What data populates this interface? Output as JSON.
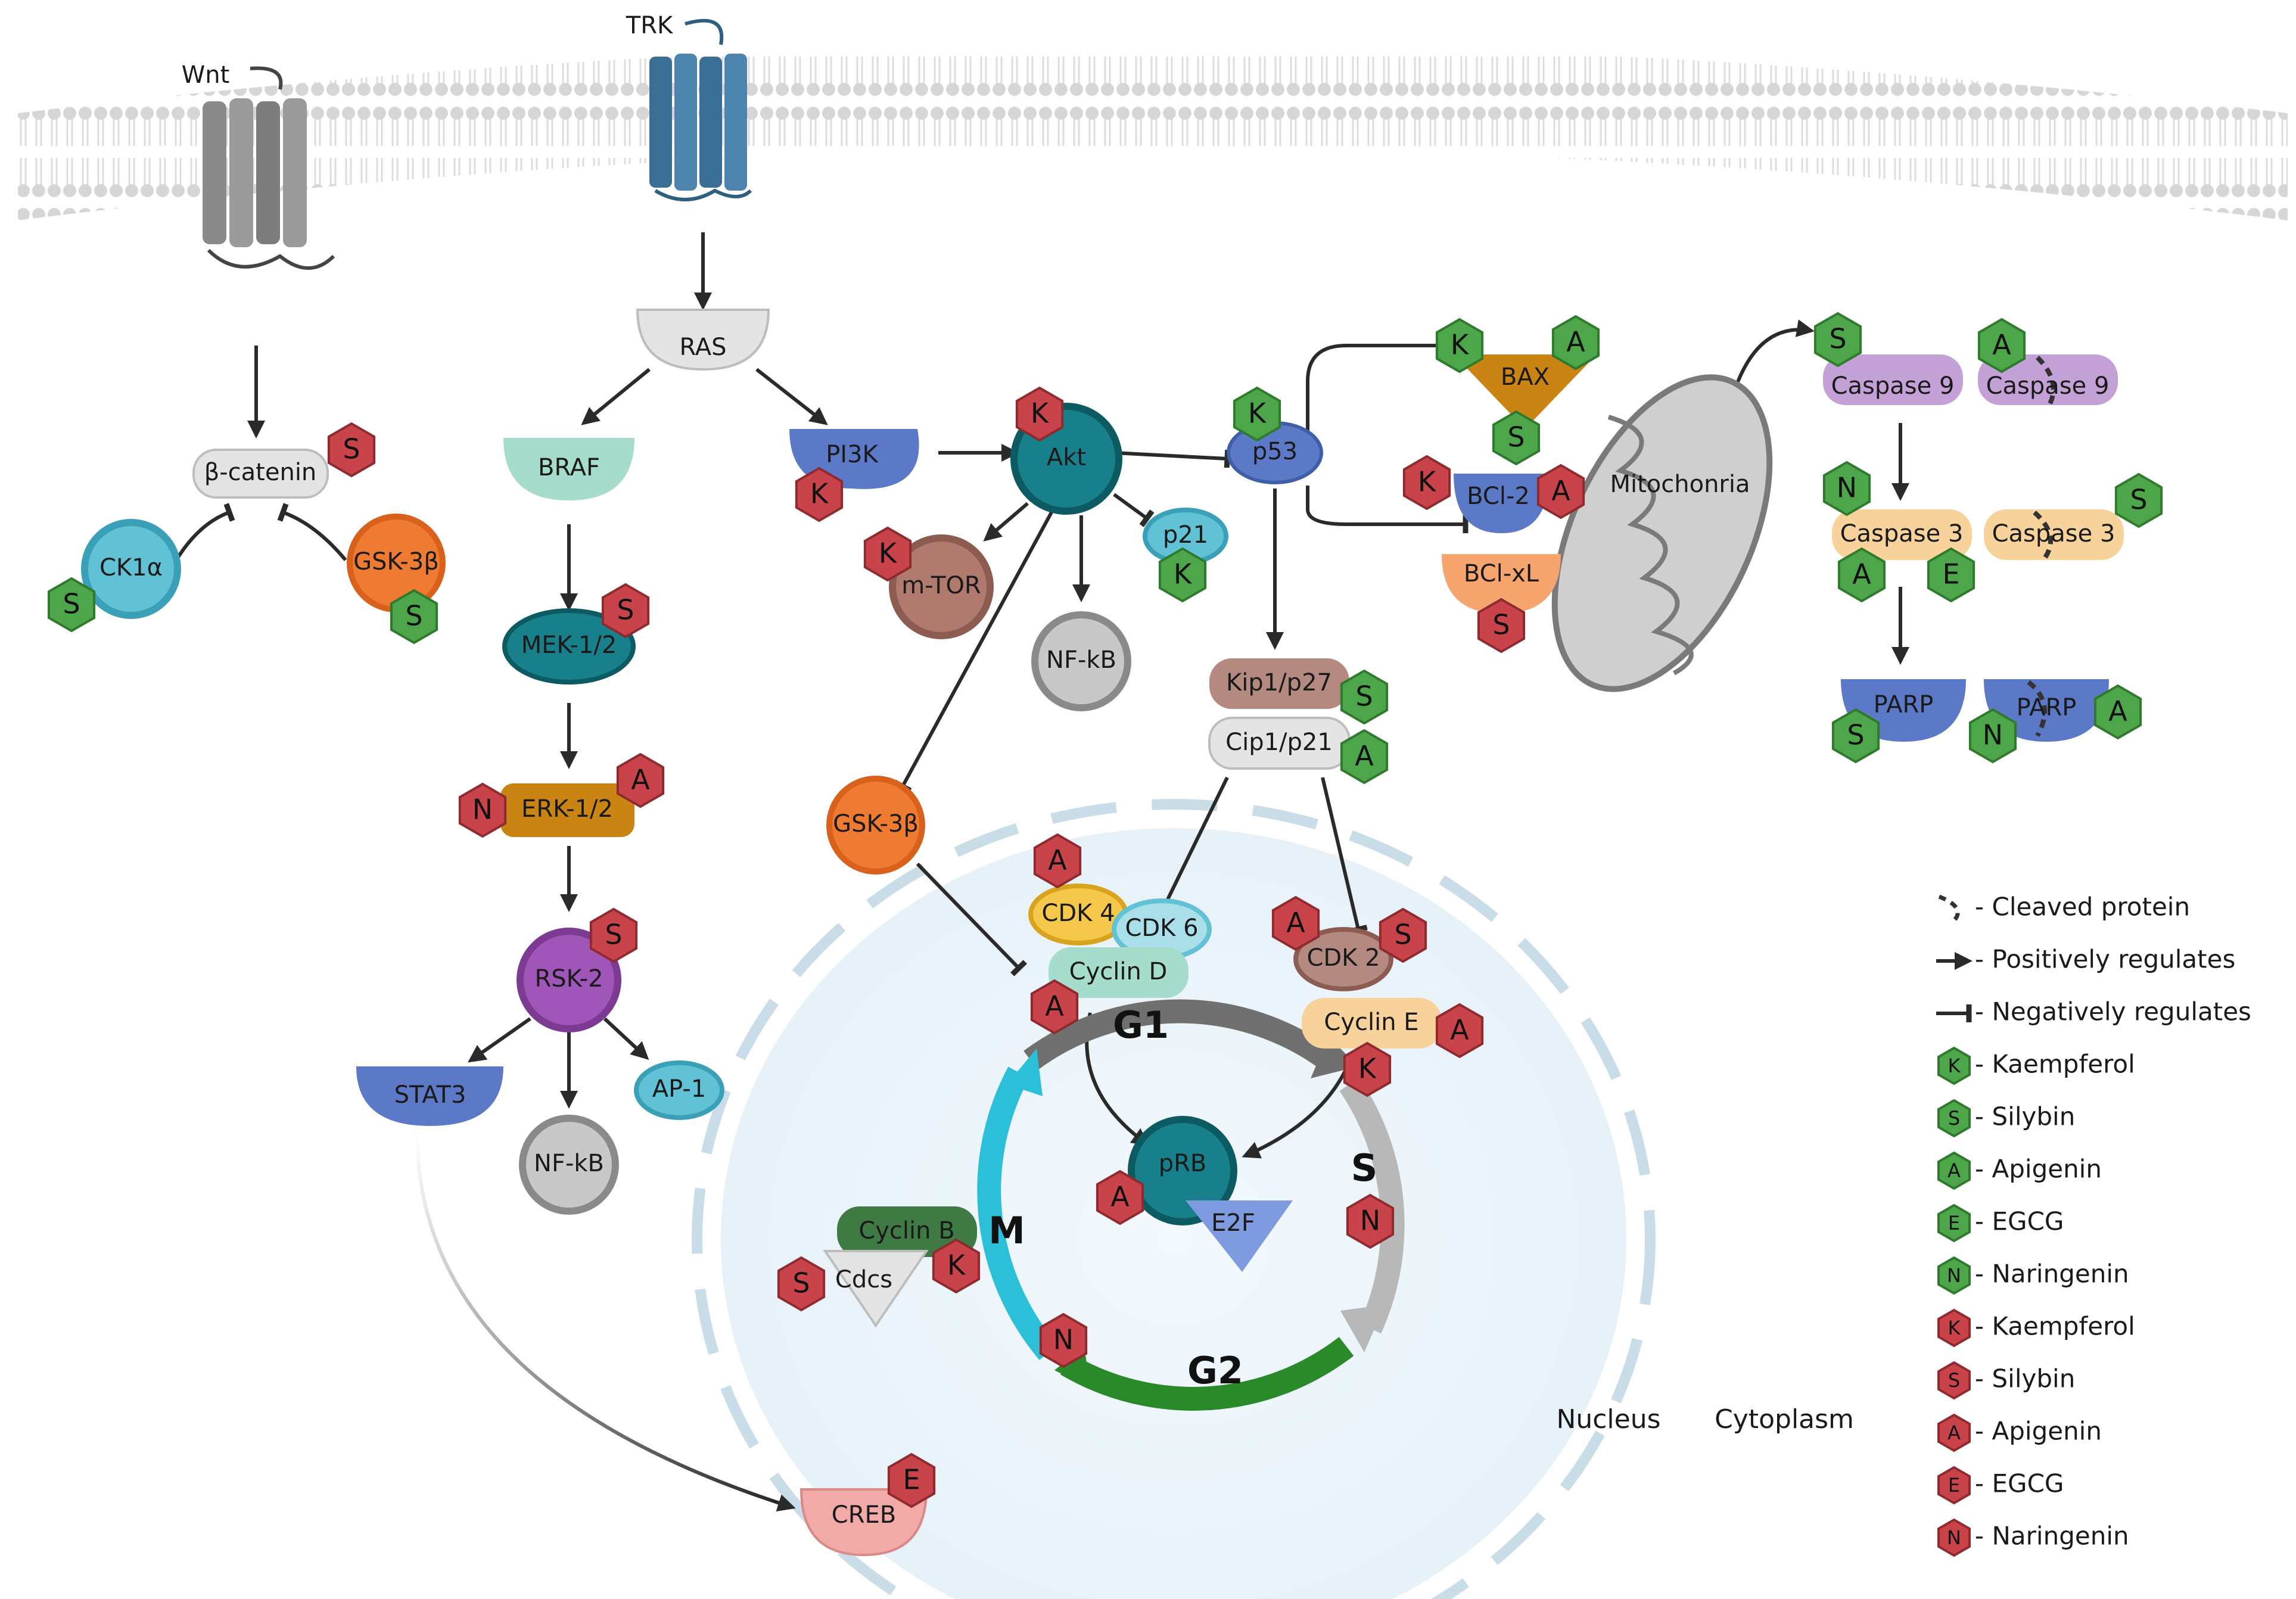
{
  "receptors": {
    "wnt": "Wnt",
    "trk": "TRK"
  },
  "nodes": {
    "beta_catenin": "β-catenin",
    "ck1a": "CK1α",
    "gsk3b_left": "GSK-3β",
    "ras": "RAS",
    "braf": "BRAF",
    "mek": "MEK-1/2",
    "erk": "ERK-1/2",
    "rsk2": "RSK-2",
    "stat3": "STAT3",
    "nfkb_left": "NF-kB",
    "ap1": "AP-1",
    "creb": "CREB",
    "pi3k": "PI3K",
    "akt": "Akt",
    "mtor": "m-TOR",
    "nfkb_mid": "NF-kB",
    "p21": "p21",
    "gsk3b_mid": "GSK-3β",
    "p53": "p53",
    "bax": "BAX",
    "bcl2": "BCl-2",
    "bclxl": "BCl-xL",
    "mitochondria": "Mitochonria",
    "kip1": "Kip1/p27",
    "cip1": "Cip1/p21",
    "cdk4": "CDK 4",
    "cdk6": "CDK 6",
    "cyclin_d": "Cyclin D",
    "cdk2": "CDK 2",
    "cyclin_e": "Cyclin E",
    "prb": "pRB",
    "e2f": "E2F",
    "cyclin_b": "Cyclin B",
    "cdcs": "Cdcs",
    "caspase9": "Caspase 9",
    "caspase9_cleaved": "Caspase 9",
    "caspase3": "Caspase 3",
    "caspase3_cleaved": "Caspase 3",
    "parp": "PARP",
    "parp_cleaved": "PARP"
  },
  "phases": {
    "g1": "G1",
    "s": "S",
    "g2": "G2",
    "m": "M"
  },
  "regions": {
    "nucleus": "Nucleus",
    "cytoplasm": "Cytoplasm"
  },
  "hex_letters": {
    "K": "K",
    "S": "S",
    "A": "A",
    "E": "E",
    "N": "N"
  },
  "colors": {
    "activator": "#4ea64b",
    "inhibitor": "#c9444a",
    "membrane": "#d9d9d9",
    "nucleus": "#eef6fb"
  },
  "legend": [
    {
      "symbol": "cleaved",
      "label": "- Cleaved protein"
    },
    {
      "symbol": "arrow",
      "label": "- Positively regulates"
    },
    {
      "symbol": "tbar",
      "label": "- Negatively regulates"
    },
    {
      "symbol": "hex",
      "color": "green",
      "letter": "K",
      "label": "- Kaempferol"
    },
    {
      "symbol": "hex",
      "color": "green",
      "letter": "S",
      "label": "- Silybin"
    },
    {
      "symbol": "hex",
      "color": "green",
      "letter": "A",
      "label": "- Apigenin"
    },
    {
      "symbol": "hex",
      "color": "green",
      "letter": "E",
      "label": " - EGCG"
    },
    {
      "symbol": "hex",
      "color": "green",
      "letter": "N",
      "label": " - Naringenin"
    },
    {
      "symbol": "hex",
      "color": "red",
      "letter": "K",
      "label": "- Kaempferol"
    },
    {
      "symbol": "hex",
      "color": "red",
      "letter": "S",
      "label": "- Silybin"
    },
    {
      "symbol": "hex",
      "color": "red",
      "letter": "A",
      "label": "- Apigenin"
    },
    {
      "symbol": "hex",
      "color": "red",
      "letter": "E",
      "label": " - EGCG"
    },
    {
      "symbol": "hex",
      "color": "red",
      "letter": "N",
      "label": " - Naringenin"
    }
  ]
}
